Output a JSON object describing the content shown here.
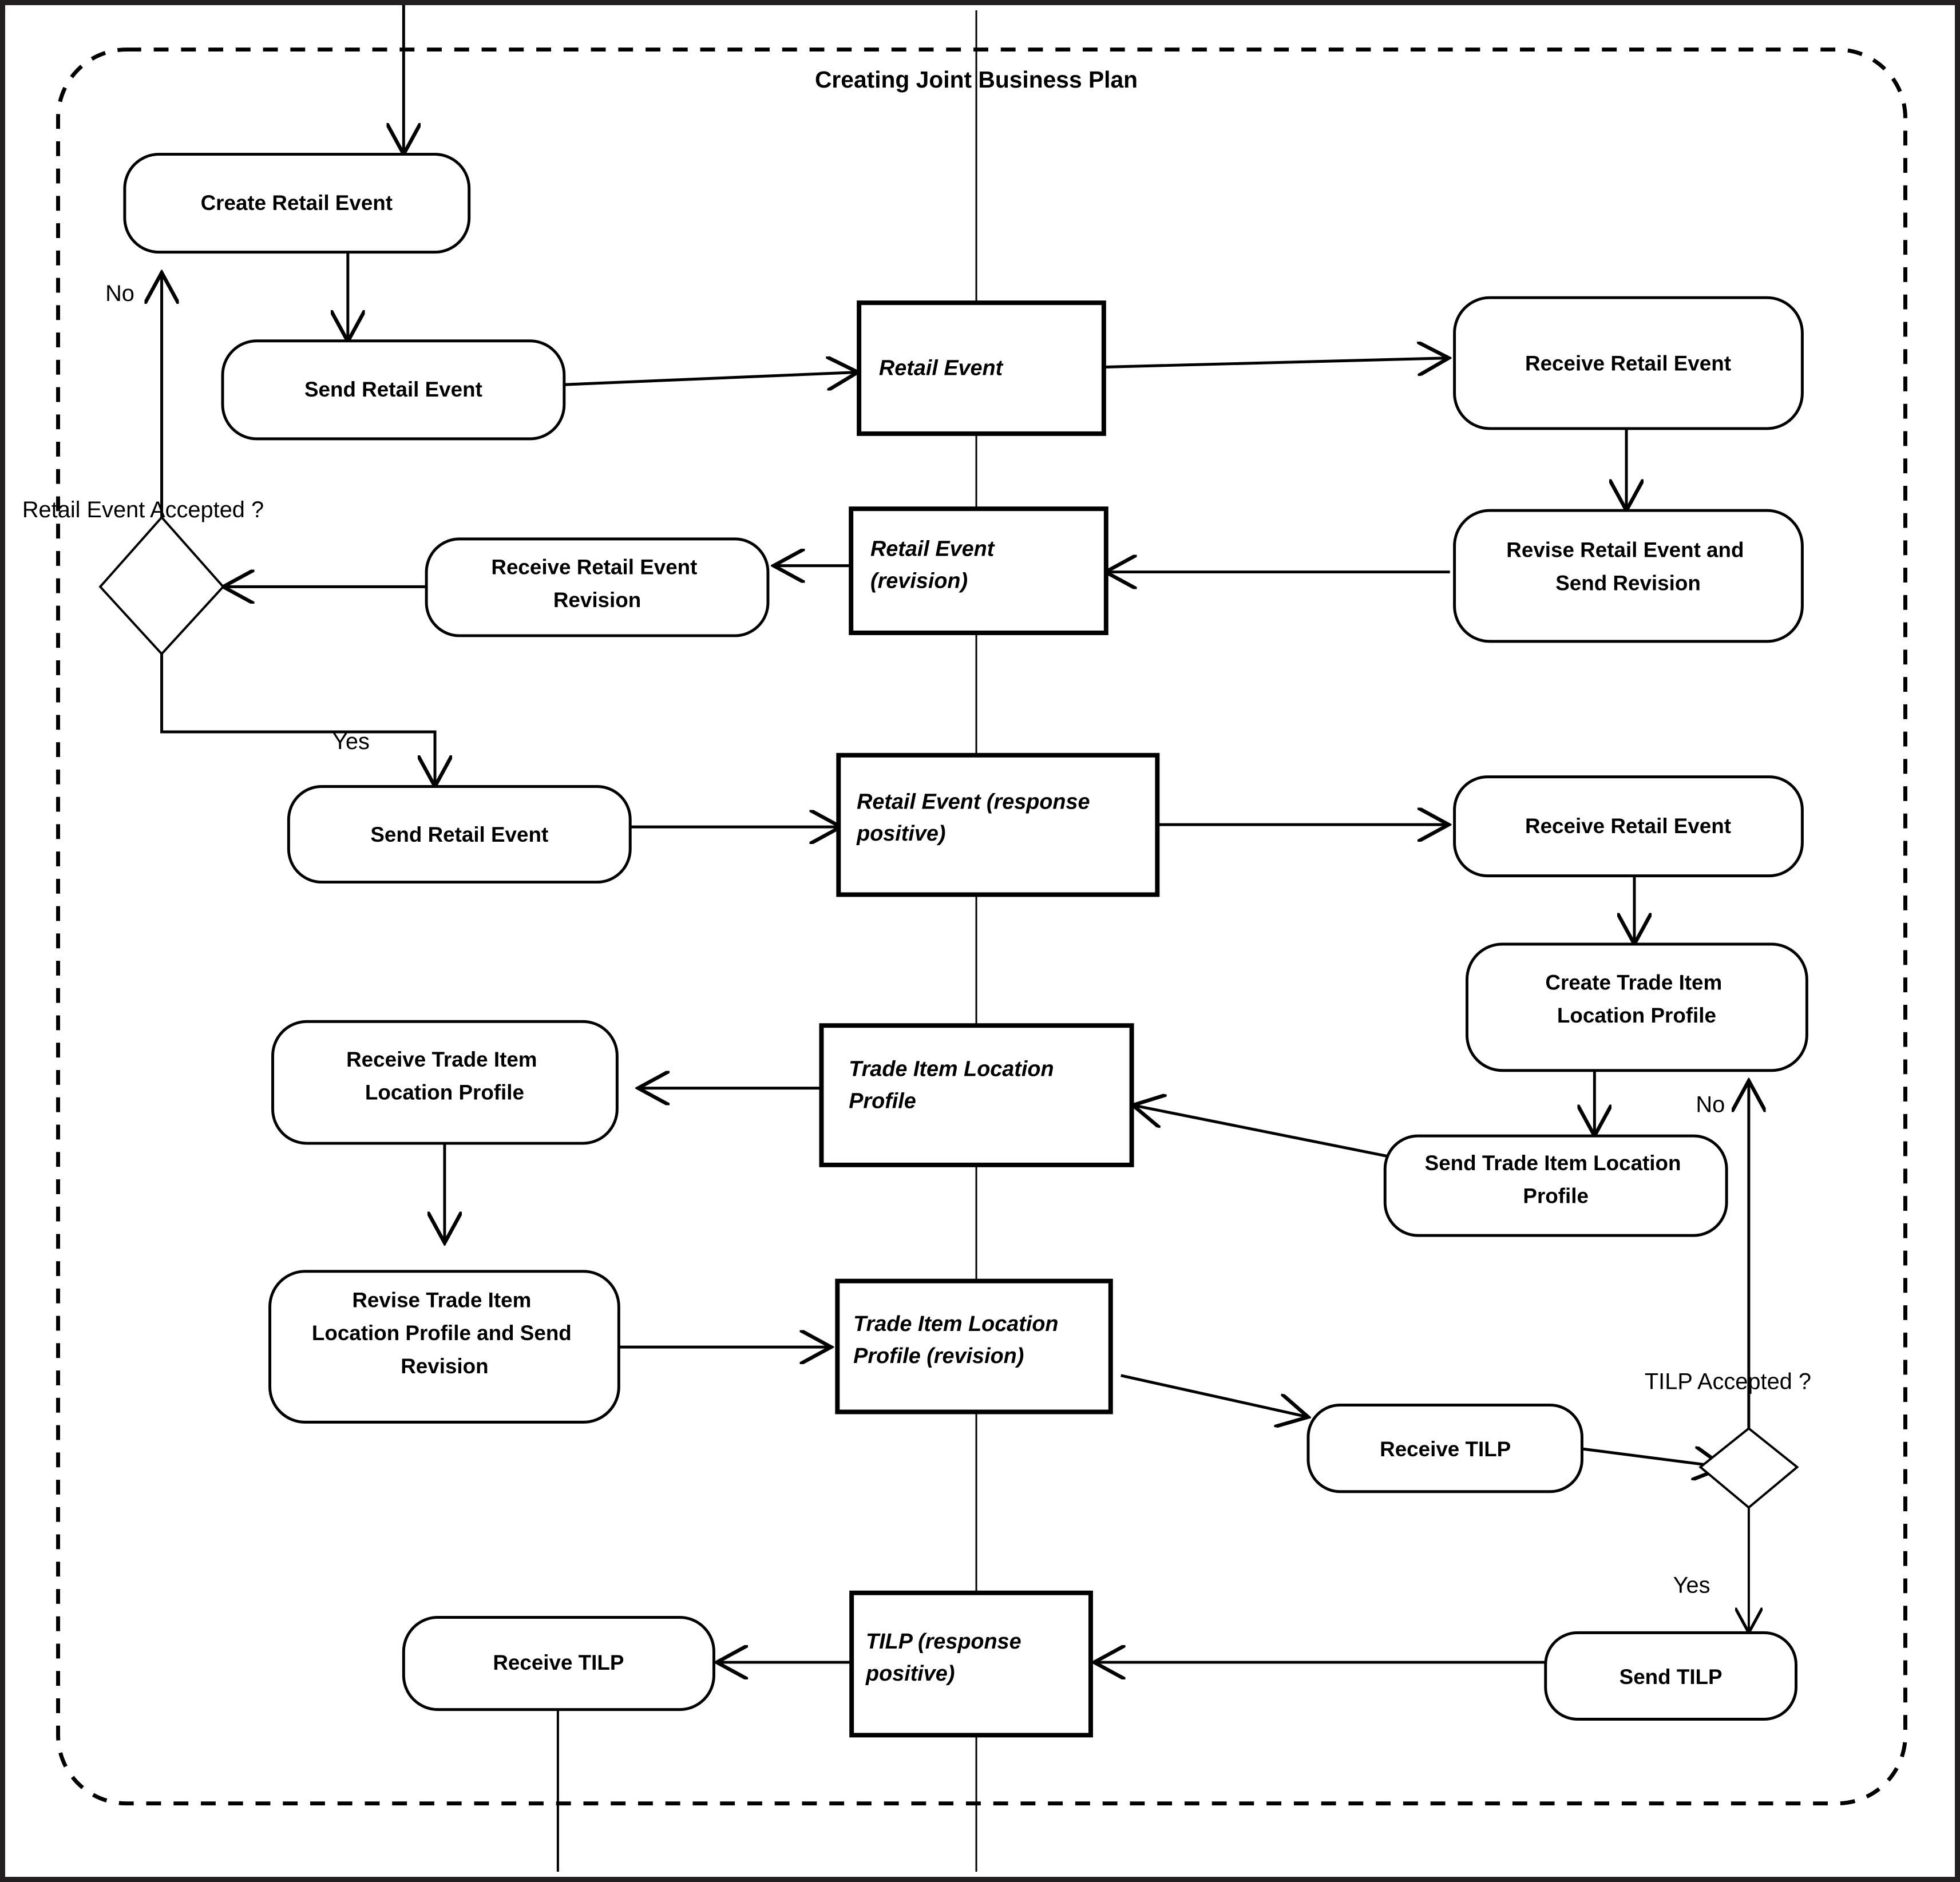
{
  "diagram": {
    "type": "uml-activity-diagram",
    "title": "Creating Joint Business Plan",
    "partition_label": "",
    "activities": [
      {
        "id": "create-retail-event",
        "label": "Create Retail Event"
      },
      {
        "id": "send-retail-event-1",
        "label": "Send Retail Event"
      },
      {
        "id": "receive-retail-event-1",
        "label": "Receive Retail Event"
      },
      {
        "id": "revise-retail-event",
        "label": "Revise Retail Event and Send Revision"
      },
      {
        "id": "receive-retail-event-rev",
        "label": "Receive Retail Event Revision"
      },
      {
        "id": "send-retail-event-2",
        "label": "Send Retail Event"
      },
      {
        "id": "receive-retail-event-2",
        "label": "Receive Retail Event"
      },
      {
        "id": "create-tilp",
        "label": "Create Trade Item Location Profile"
      },
      {
        "id": "send-tilp-full",
        "label": "Send Trade Item Location Profile"
      },
      {
        "id": "receive-tilp-full",
        "label": "Receive Trade Item Location Profile"
      },
      {
        "id": "revise-tilp",
        "label": "Revise Trade Item Location Profile and Send Revision"
      },
      {
        "id": "receive-tilp-1",
        "label": "Receive TILP"
      },
      {
        "id": "send-tilp",
        "label": "Send TILP"
      },
      {
        "id": "receive-tilp-2",
        "label": "Receive TILP"
      }
    ],
    "activity_lines": {
      "create-retail-event": [
        "Create Retail Event"
      ],
      "send-retail-event-1": [
        "Send Retail Event"
      ],
      "receive-retail-event-1": [
        "Receive Retail Event"
      ],
      "revise-retail-event": [
        "Revise Retail Event and",
        "Send Revision"
      ],
      "receive-retail-event-rev": [
        "Receive Retail Event",
        "Revision"
      ],
      "send-retail-event-2": [
        "Send Retail Event"
      ],
      "receive-retail-event-2": [
        "Receive Retail Event"
      ],
      "create-tilp": [
        "Create Trade Item",
        "Location Profile"
      ],
      "send-tilp-full": [
        "Send Trade Item Location",
        "Profile"
      ],
      "receive-tilp-full": [
        "Receive Trade Item",
        "Location Profile"
      ],
      "revise-tilp": [
        "Revise Trade Item",
        "Location Profile and Send",
        "Revision"
      ],
      "receive-tilp-1": [
        "Receive TILP"
      ],
      "send-tilp": [
        "Send TILP"
      ],
      "receive-tilp-2": [
        "Receive TILP"
      ]
    },
    "objects": [
      {
        "id": "obj-retail-event",
        "label": "Retail Event",
        "lines": [
          "Retail Event"
        ]
      },
      {
        "id": "obj-retail-event-revision",
        "label": "Retail Event (revision)",
        "lines": [
          "Retail Event",
          "(revision)"
        ]
      },
      {
        "id": "obj-retail-event-response",
        "label": "Retail Event (response positive)",
        "lines": [
          "Retail Event (response",
          "positive)"
        ]
      },
      {
        "id": "obj-tilp",
        "label": "Trade Item Location Profile",
        "lines": [
          "Trade Item Location",
          "Profile"
        ]
      },
      {
        "id": "obj-tilp-revision",
        "label": "Trade Item Location Profile (revision)",
        "lines": [
          "Trade Item Location",
          "Profile (revision)"
        ]
      },
      {
        "id": "obj-tilp-response",
        "label": "TILP (response positive)",
        "lines": [
          "TILP (response",
          "positive)"
        ]
      }
    ],
    "decisions": [
      {
        "id": "decision-retail-event-accepted",
        "question": "Retail Event Accepted ?",
        "yes": "Yes",
        "no": "No"
      },
      {
        "id": "decision-tilp-accepted",
        "question": "TILP Accepted ?",
        "yes": "Yes",
        "no": "No"
      }
    ],
    "guard_labels": {
      "retail_no": "No",
      "retail_yes": "Yes",
      "tilp_no": "No",
      "tilp_yes": "Yes"
    },
    "colors": {
      "stroke": "#000000",
      "fill": "#ffffff",
      "frame": "#231f20"
    }
  }
}
